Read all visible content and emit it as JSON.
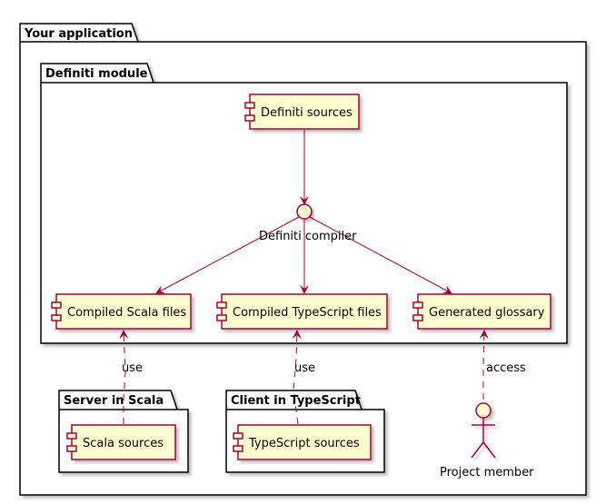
{
  "packages": {
    "app": {
      "title": "Your application"
    },
    "module": {
      "title": "Definiti module"
    },
    "server": {
      "title": "Server in Scala"
    },
    "client": {
      "title": "Client in TypeScript"
    }
  },
  "components": {
    "definiti_sources": "Definiti sources",
    "compiled_scala": "Compiled Scala files",
    "compiled_ts": "Compiled TypeScript files",
    "glossary": "Generated glossary",
    "scala_sources": "Scala sources",
    "ts_sources": "TypeScript sources"
  },
  "interface": {
    "label": "Definiti compiler"
  },
  "actor": {
    "label": "Project member"
  },
  "relations": {
    "server_use": "use",
    "client_use": "use",
    "actor_access": "access"
  },
  "colors": {
    "component_fill": "#FEFECE",
    "component_border": "#A80036",
    "package_border": "#000000",
    "shadow": "#C8C8C8"
  }
}
